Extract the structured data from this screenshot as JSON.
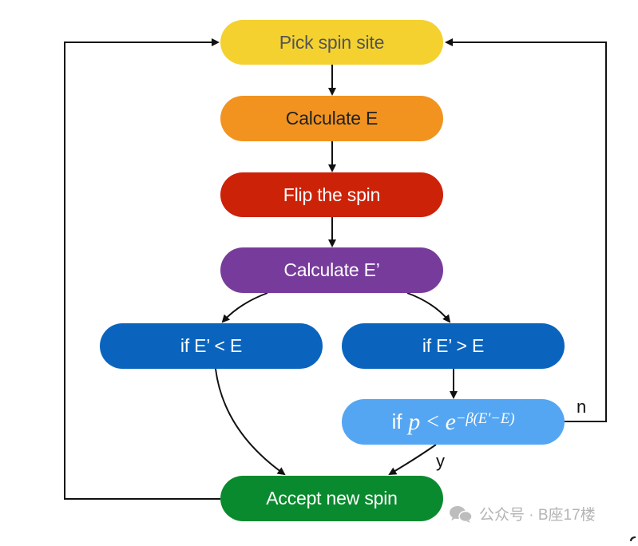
{
  "diagram": {
    "title": "Metropolis Monte Carlo spin flip flowchart",
    "nodes": [
      {
        "id": "pick",
        "label": "Pick spin site",
        "color": "#f4d12f",
        "text_color": "#555555"
      },
      {
        "id": "calc_e",
        "label": "Calculate E",
        "color": "#f2931f",
        "text_color": "#222222"
      },
      {
        "id": "flip",
        "label": "Flip the spin",
        "color": "#cc2208",
        "text_color": "#ffffff"
      },
      {
        "id": "calc_e2",
        "label": "Calculate E’",
        "color": "#773c9b",
        "text_color": "#ffffff"
      },
      {
        "id": "lower",
        "label": "if E’ < E",
        "color": "#0a64be",
        "text_color": "#ffffff"
      },
      {
        "id": "higher",
        "label": "if E’ > E",
        "color": "#0a64be",
        "text_color": "#ffffff"
      },
      {
        "id": "prob",
        "label_prefix": "if",
        "label_var": "p",
        "label_op": "<",
        "label_base": "e",
        "label_exp": "−β(E′−E)",
        "color": "#54a6f2",
        "text_color": "#ffffff"
      },
      {
        "id": "accept",
        "label": "Accept new spin",
        "color": "#0a8a2e",
        "text_color": "#ffffff"
      }
    ],
    "edges": [
      {
        "from": "pick",
        "to": "calc_e"
      },
      {
        "from": "calc_e",
        "to": "flip"
      },
      {
        "from": "flip",
        "to": "calc_e2"
      },
      {
        "from": "calc_e2",
        "to": "lower"
      },
      {
        "from": "calc_e2",
        "to": "higher"
      },
      {
        "from": "higher",
        "to": "prob"
      },
      {
        "from": "lower",
        "to": "accept"
      },
      {
        "from": "prob",
        "to": "accept",
        "label": "y"
      },
      {
        "from": "prob",
        "to": "pick",
        "label": "n"
      },
      {
        "from": "accept",
        "to": "pick"
      }
    ],
    "edge_labels": {
      "yes": "y",
      "no": "n"
    }
  },
  "watermark": {
    "icon": "wechat-icon",
    "text": "公众号 · B座17楼"
  }
}
